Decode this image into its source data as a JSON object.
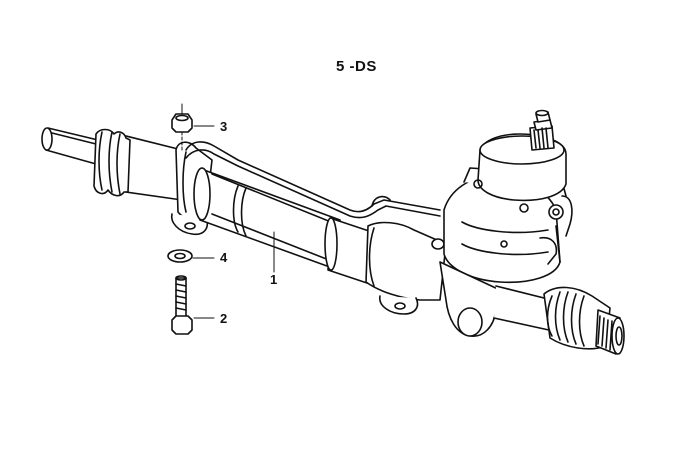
{
  "diagram": {
    "title": "5 -DS",
    "callouts": [
      {
        "id": "3",
        "label": "3"
      },
      {
        "id": "4",
        "label": "4"
      },
      {
        "id": "1",
        "label": "1"
      },
      {
        "id": "2",
        "label": "2"
      }
    ]
  },
  "colors": {
    "line": "#111111",
    "background": "#ffffff",
    "watermark": "#c8c8c8"
  }
}
